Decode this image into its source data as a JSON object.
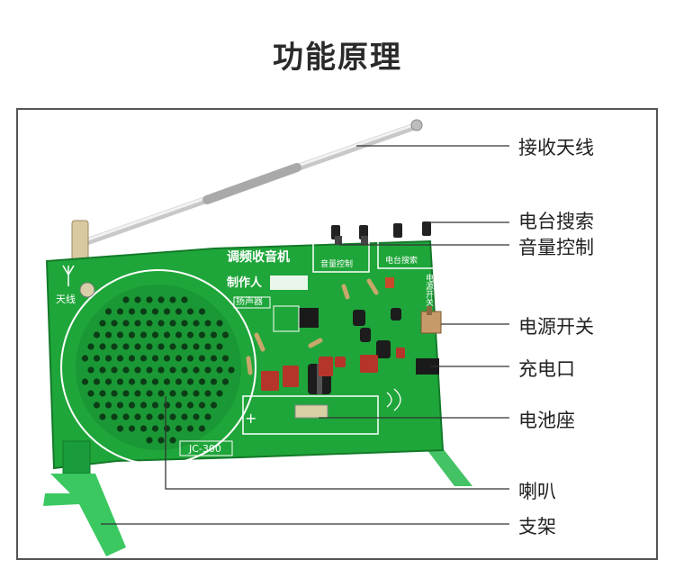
{
  "title": "功能原理",
  "board": {
    "name": "调频收音机",
    "maker_label": "制作人",
    "speaker_label": "扬声器",
    "antenna_label": "天线",
    "model": "JC-300",
    "volume_label": "音量控制",
    "station_label": "电台搜索",
    "power_label": "电源开关"
  },
  "callouts": [
    {
      "label": "接收天线"
    },
    {
      "label": "电台搜索"
    },
    {
      "label": "音量控制"
    },
    {
      "label": "电源开关"
    },
    {
      "label": "充电口"
    },
    {
      "label": "电池座"
    },
    {
      "label": "喇叭"
    },
    {
      "label": "支架"
    }
  ],
  "colors": {
    "pcb": "#1fa63a",
    "pcb_dark": "#0f7a28",
    "silkscreen": "#ffffff",
    "capacitor": "#b5352a",
    "frame": "#555555"
  }
}
